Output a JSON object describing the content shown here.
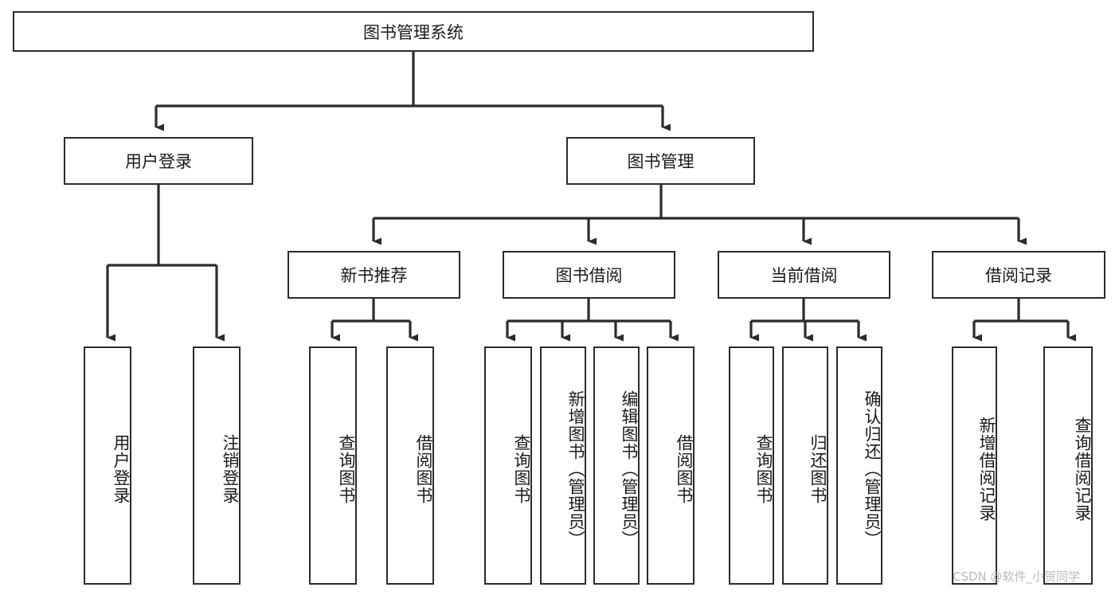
{
  "diagram": {
    "type": "tree",
    "title": "图书管理系统",
    "watermark": "CSDN @软件_小贺同学",
    "colors": {
      "background": "#ffffff",
      "box_border": "#2b2b2b",
      "box_fill": "#ffffff",
      "connector": "#2b2b2b",
      "text": "#1a1a1a",
      "watermark": "#b9b9b9"
    },
    "nodes": {
      "root": {
        "label": "图书管理系统"
      },
      "level2": [
        {
          "label": "用户登录"
        },
        {
          "label": "图书管理"
        }
      ],
      "level3": [
        {
          "label": "新书推荐"
        },
        {
          "label": "图书借阅"
        },
        {
          "label": "当前借阅"
        },
        {
          "label": "借阅记录"
        }
      ],
      "leaves": [
        {
          "label": "用户登录",
          "parent": "用户登录"
        },
        {
          "label": "注销登录",
          "parent": "用户登录"
        },
        {
          "label": "查询图书",
          "parent": "新书推荐"
        },
        {
          "label": "借阅图书",
          "parent": "新书推荐"
        },
        {
          "label": "查询图书",
          "parent": "图书借阅"
        },
        {
          "label": "新增图书（管理员）",
          "parent": "图书借阅"
        },
        {
          "label": "编辑图书（管理员）",
          "parent": "图书借阅"
        },
        {
          "label": "借阅图书",
          "parent": "图书借阅"
        },
        {
          "label": "查询图书",
          "parent": "当前借阅"
        },
        {
          "label": "归还图书",
          "parent": "当前借阅"
        },
        {
          "label": "确认归还（管理员）",
          "parent": "当前借阅"
        },
        {
          "label": "新增借阅记录",
          "parent": "借阅记录"
        },
        {
          "label": "查询借阅记录",
          "parent": "借阅记录"
        }
      ]
    }
  }
}
